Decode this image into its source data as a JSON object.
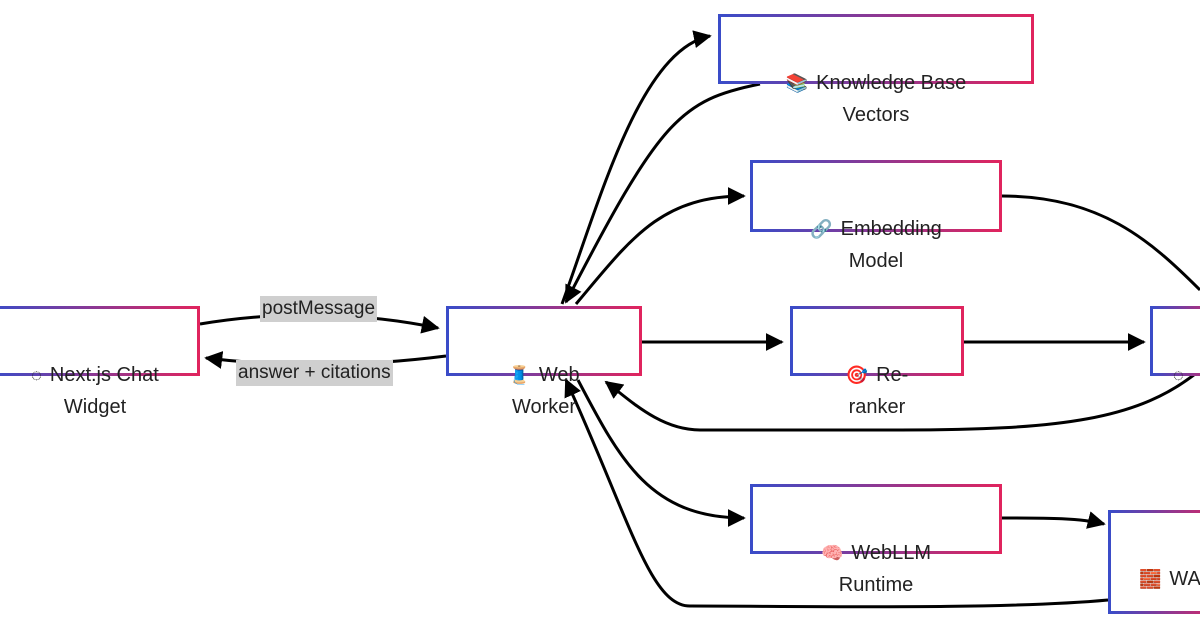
{
  "nodes": {
    "chat_widget": {
      "icon": "◌",
      "label": "Next.js Chat\nWidget"
    },
    "web_worker": {
      "icon": "🧵",
      "label": "Web\nWorker"
    },
    "knowledge_base": {
      "icon": "📚",
      "label": "Knowledge Base\nVectors"
    },
    "embedding_model": {
      "icon": "🔗",
      "label": "Embedding\nModel"
    },
    "reranker": {
      "icon": "🎯",
      "label": "Re-\nranker"
    },
    "webllm_runtime": {
      "icon": "🧠",
      "label": "WebLLM\nRuntime"
    },
    "right_node": {
      "icon": "◌",
      "label": ""
    },
    "wa_node": {
      "icon": "🧱",
      "label": "WA"
    }
  },
  "edges": {
    "post_message": "postMessage",
    "answer_citations": "answer + citations"
  },
  "colors": {
    "border_start": "#3a4cc8",
    "border_end": "#e0245e",
    "edge_label_bg": "#cfcfcf",
    "arrow": "#000000"
  }
}
